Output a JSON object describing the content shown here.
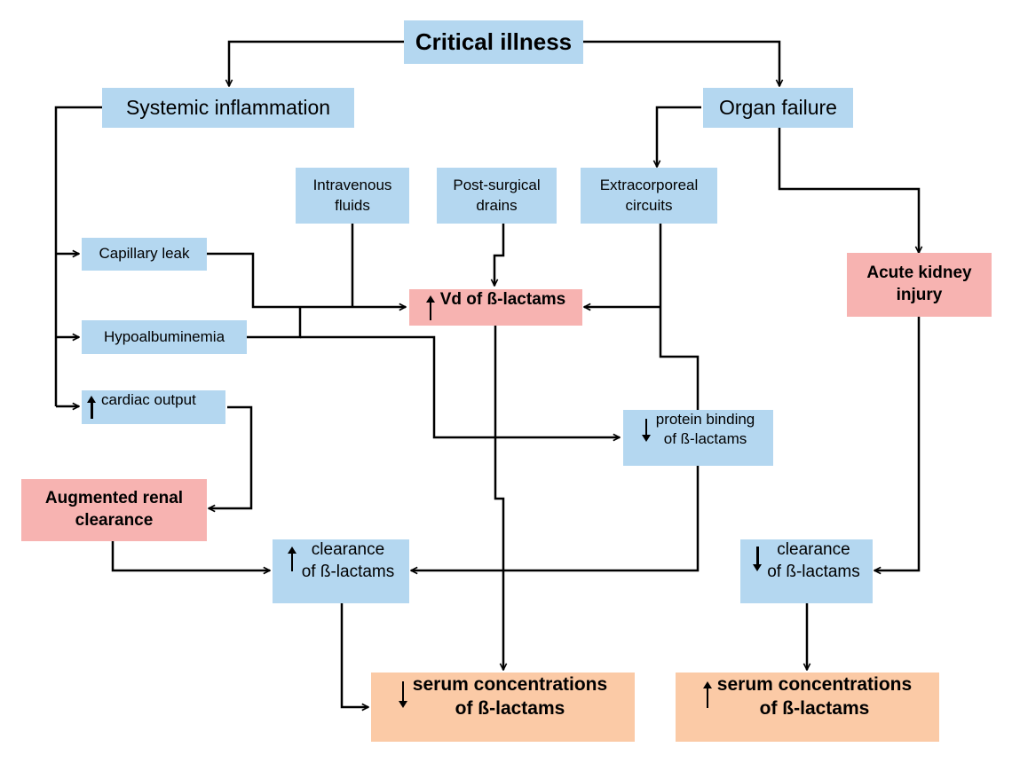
{
  "nodes": {
    "critical_illness": "Critical illness",
    "systemic_inflammation": "Systemic inflammation",
    "organ_failure": "Organ failure",
    "intravenous_fluids": "Intravenous\nfluids",
    "post_surgical_drains": "Post-surgical\ndrains",
    "extracorporeal_circuits": "Extracorporeal\ncircuits",
    "capillary_leak": "Capillary leak",
    "hypoalbuminemia": "Hypoalbuminemia",
    "cardiac_output": "cardiac output",
    "vd_beta_lactams": "Vd of ß-lactams",
    "acute_kidney_injury": "Acute kidney\ninjury",
    "protein_binding": "protein binding\nof ß-lactams",
    "augmented_renal_clearance": "Augmented renal\nclearance",
    "increased_clearance": "clearance\nof ß-lactams",
    "decreased_clearance": "clearance\nof ß-lactams",
    "decreased_serum": "serum concentrations\nof ß-lactams",
    "increased_serum": "serum concentrations\nof ß-lactams"
  },
  "indicators": {
    "cardiac_output": "increase",
    "vd_beta_lactams": "increase",
    "protein_binding": "decrease",
    "increased_clearance": "increase",
    "decreased_clearance": "decrease",
    "decreased_serum": "decrease",
    "increased_serum": "increase"
  },
  "colors": {
    "factor": "#b4d7f0",
    "key_effect": "#f7b3b1",
    "outcome": "#fbcaa6",
    "connector": "#000000"
  },
  "edges": [
    [
      "critical_illness",
      "systemic_inflammation"
    ],
    [
      "critical_illness",
      "organ_failure"
    ],
    [
      "systemic_inflammation",
      "capillary_leak"
    ],
    [
      "systemic_inflammation",
      "hypoalbuminemia"
    ],
    [
      "systemic_inflammation",
      "cardiac_output"
    ],
    [
      "organ_failure",
      "extracorporeal_circuits"
    ],
    [
      "organ_failure",
      "acute_kidney_injury"
    ],
    [
      "capillary_leak",
      "vd_beta_lactams"
    ],
    [
      "intravenous_fluids",
      "vd_beta_lactams"
    ],
    [
      "hypoalbuminemia",
      "vd_beta_lactams"
    ],
    [
      "post_surgical_drains",
      "vd_beta_lactams"
    ],
    [
      "extracorporeal_circuits",
      "vd_beta_lactams"
    ],
    [
      "hypoalbuminemia",
      "protein_binding"
    ],
    [
      "extracorporeal_circuits",
      "protein_binding"
    ],
    [
      "cardiac_output",
      "augmented_renal_clearance"
    ],
    [
      "augmented_renal_clearance",
      "increased_clearance"
    ],
    [
      "protein_binding",
      "increased_clearance"
    ],
    [
      "vd_beta_lactams",
      "decreased_serum"
    ],
    [
      "increased_clearance",
      "decreased_serum"
    ],
    [
      "acute_kidney_injury",
      "decreased_clearance"
    ],
    [
      "decreased_clearance",
      "increased_serum"
    ]
  ]
}
